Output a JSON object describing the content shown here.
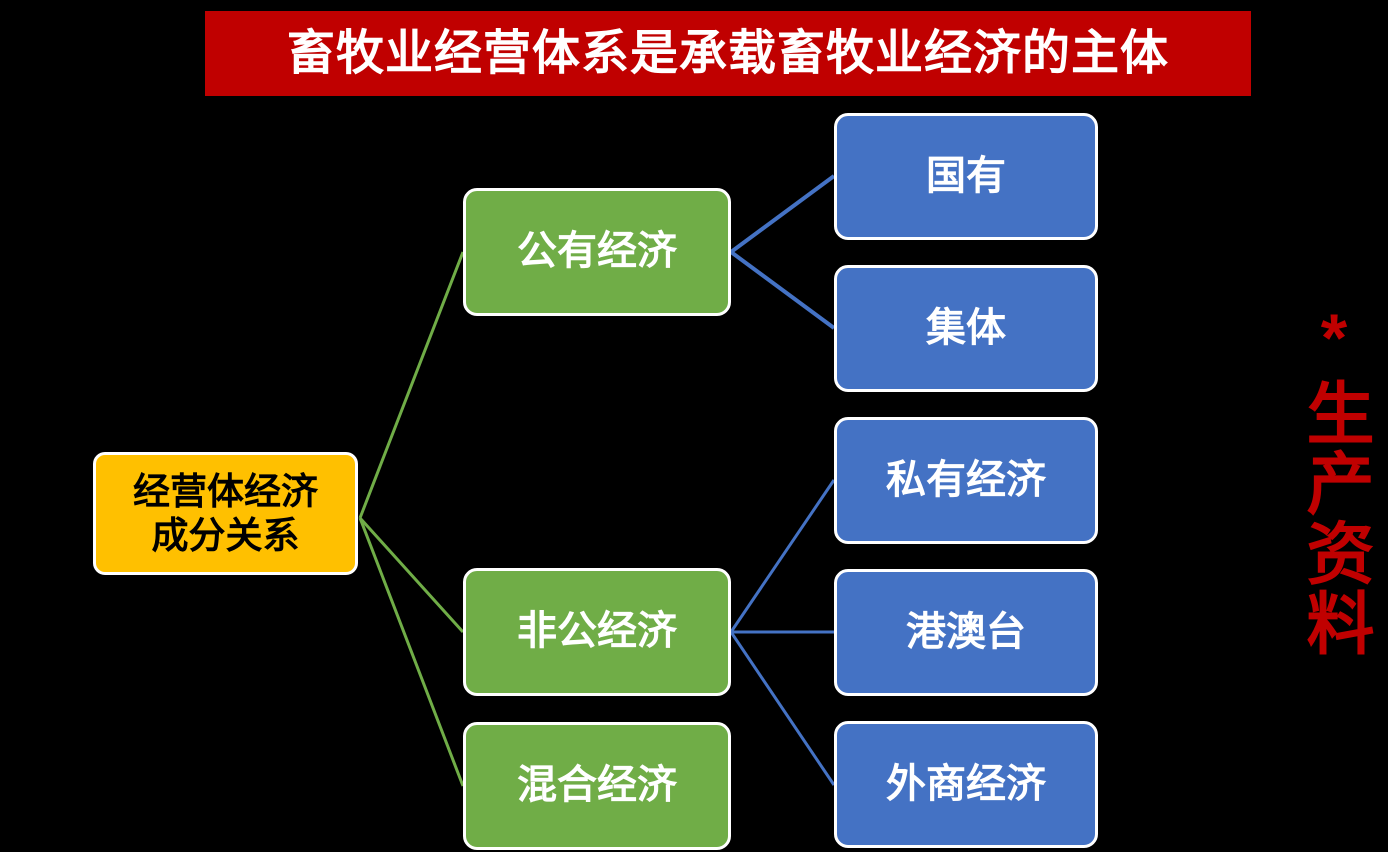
{
  "meta": {
    "background_color": "#000000",
    "title_banner_color": "#C00000",
    "root_node_color": "#FFC000",
    "level1_node_color": "#70AD47",
    "level2_node_color": "#4472C4",
    "level1_connector_color": "#70AD47",
    "level2_connector_color": "#4472C4",
    "node_border_color": "#FFFFFF"
  },
  "title": {
    "text": "畜牧业经营体系是承载畜牧业经济的主体"
  },
  "diagram": {
    "root": {
      "id": "root",
      "label": "经营体经济\n成分关系"
    },
    "level1": [
      {
        "id": "public-economy",
        "label": "公有经济"
      },
      {
        "id": "non-public-economy",
        "label": "非公经济"
      },
      {
        "id": "mixed-economy",
        "label": "混合经济"
      }
    ],
    "level2": [
      {
        "id": "state-owned",
        "label": "国有",
        "parent": "public-economy"
      },
      {
        "id": "collective",
        "label": "集体",
        "parent": "public-economy"
      },
      {
        "id": "private-economy",
        "label": "私有经济",
        "parent": "non-public-economy"
      },
      {
        "id": "hk-macau-taiwan",
        "label": "港澳台",
        "parent": "non-public-economy"
      },
      {
        "id": "foreign-economy",
        "label": "外商经济",
        "parent": "non-public-economy"
      }
    ]
  },
  "side_note": {
    "text": "*生产资料"
  }
}
